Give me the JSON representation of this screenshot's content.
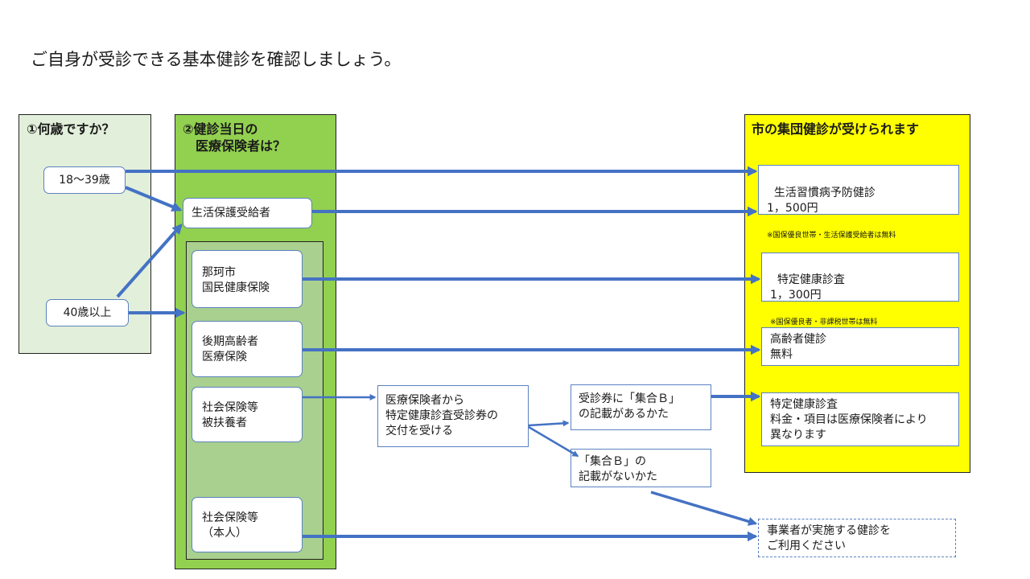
{
  "title": "ご自身が受診できる基本健診を確認しましょう。",
  "col1": {
    "heading": "①何歳ですか？"
  },
  "col2": {
    "heading": "②健診当日の\n　医療保険者は？"
  },
  "col3": {
    "heading": "市の集団健診が受けられます"
  },
  "ages": {
    "a18": "18～39歳",
    "a40": "40歳以上"
  },
  "insurers": {
    "welfare": "生活保護受給者",
    "naka": "那珂市\n国民健康保険",
    "elderly": "後期高齢者\n医療保険",
    "dependent": "社会保険等\n被扶養者",
    "self": "社会保険等\n（本人）"
  },
  "middle": {
    "receive": "医療保険者から\n特定健康診査受診券の\n交付を受ける",
    "with_b": "受診券に「集合Ｂ」\nの記載があるかた",
    "without_b": "「集合Ｂ」の\n記載がないかた"
  },
  "results": {
    "lifestyle": {
      "main": "生活習慣病予防健診\n1，500円",
      "note": "※国保優良世帯・生活保護受給者は無料"
    },
    "specific1": {
      "main": "特定健康診査\n1，300円",
      "note": "※国保優良者・非課税世帯は無料"
    },
    "elderly": {
      "main": "高齢者健診\n無料"
    },
    "specific2": {
      "main": "特定健康診査\n料金・項目は医療保険者により\n異なります"
    },
    "employer": {
      "main": "事業者が実施する健診を\nご利用ください"
    }
  },
  "colors": {
    "arrow": "#4472c4",
    "col1": "#e2efda",
    "col2": "#92d050",
    "col2_inner": "#a9d08e",
    "col3": "#ffff00"
  }
}
